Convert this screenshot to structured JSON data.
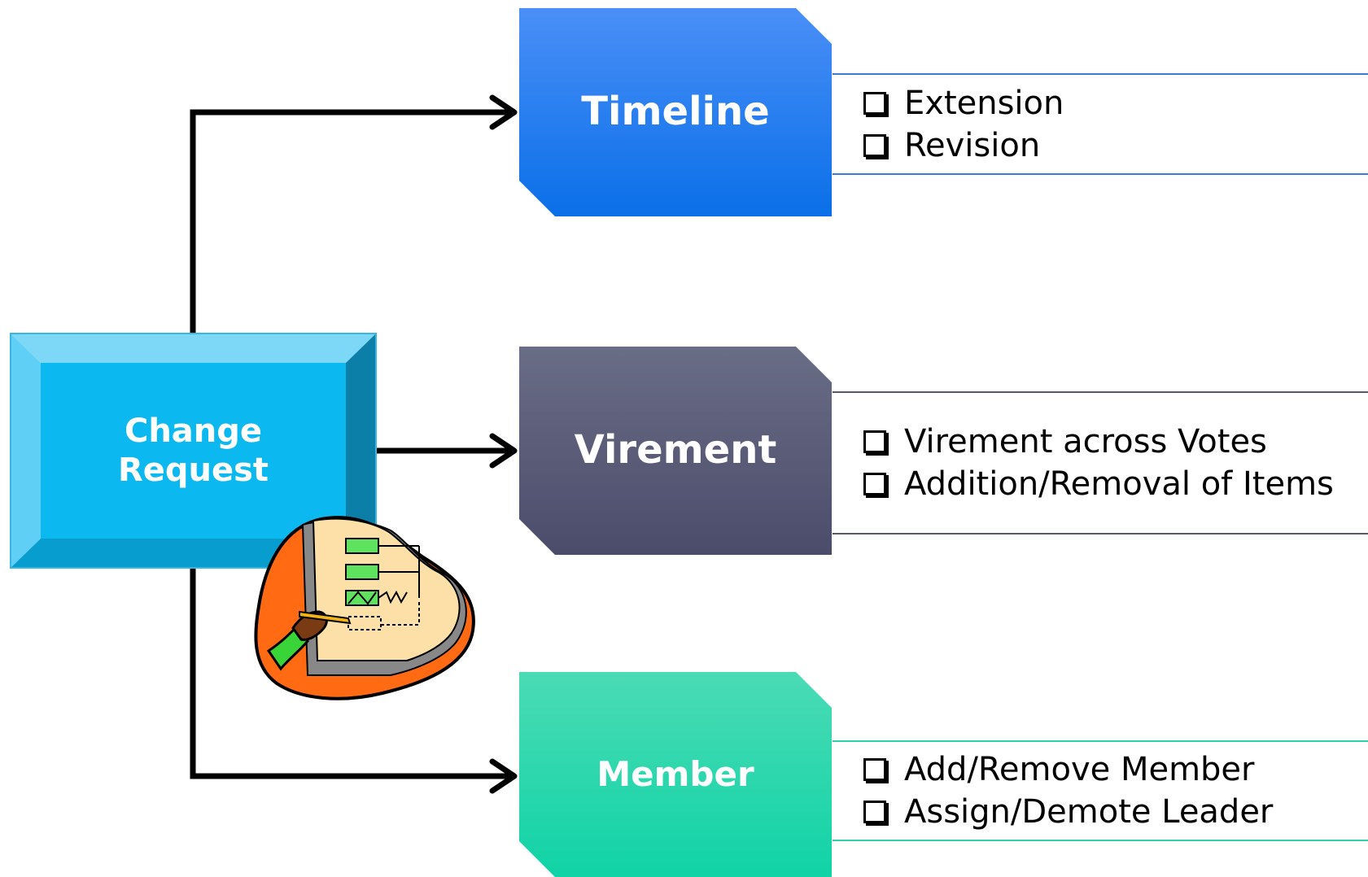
{
  "diagram": {
    "root": {
      "label": "Change Request",
      "label_lines": [
        "Change",
        "Request"
      ],
      "color": "#0bb8ef"
    },
    "branches": [
      {
        "id": "timeline",
        "label": "Timeline",
        "color_top": "#4a8ff7",
        "color_bottom": "#0a6fe8",
        "items": [
          "Extension",
          "Revision"
        ]
      },
      {
        "id": "virement",
        "label": "Virement",
        "color_top": "#6a6d86",
        "color_bottom": "#4b4c6a",
        "items": [
          "Virement across Votes",
          "Addition/Removal of Items"
        ]
      },
      {
        "id": "member",
        "label": "Member",
        "color_top": "#4bdbb5",
        "color_bottom": "#10d3a6",
        "items": [
          "Add/Remove Member",
          "Assign/Demote Leader"
        ]
      }
    ],
    "illustration": "planning-clipart-icon"
  }
}
